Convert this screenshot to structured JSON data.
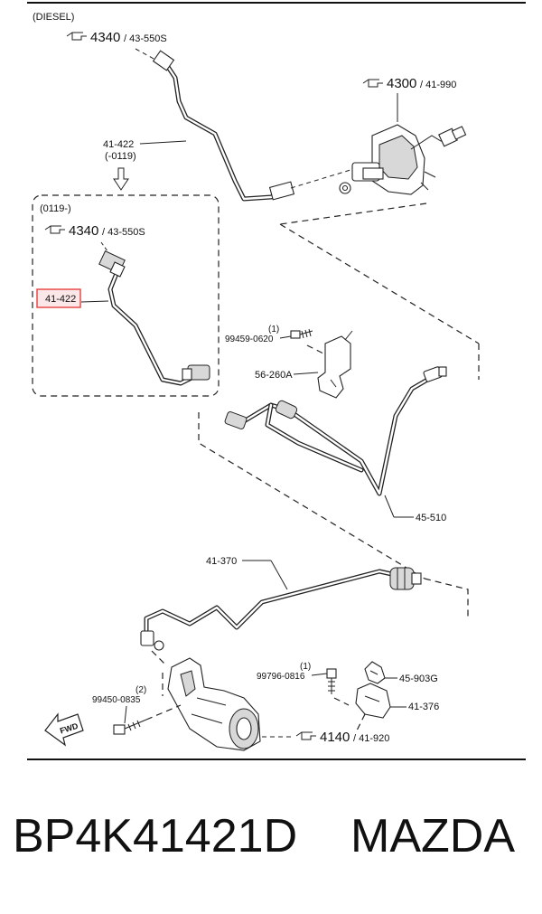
{
  "header": {
    "variant": "(DIESEL)"
  },
  "inset": {
    "range": "(0119-)"
  },
  "callouts": {
    "top_left_ref": {
      "num": "4340",
      "sub": "/ 43-550S"
    },
    "top_right_ref": {
      "num": "4300",
      "sub": "/ 41-990"
    },
    "inset_ref": {
      "num": "4340",
      "sub": "/ 43-550S"
    },
    "bottom_ref": {
      "num": "4140",
      "sub": "/ 41-920"
    }
  },
  "parts": {
    "pipe_upper": "41-422",
    "pipe_upper_range": "(-0119)",
    "pipe_inset": "41-422",
    "bolt_a_qty": "(1)",
    "bolt_a": "99459-0620",
    "bracket": "56-260A",
    "hose": "45-510",
    "pipe_lower": "41-370",
    "bolt_b_qty": "(1)",
    "bolt_b": "99796-0816",
    "clip": "45-903G",
    "bracket_b": "41-376",
    "bolt_c_qty": "(2)",
    "bolt_c": "99450-0835",
    "fwd": "FWD"
  },
  "colors": {
    "highlight": "#e84a4a",
    "highlight_fill": "#f6c9c9"
  },
  "footer": {
    "part_number": "BP4K41421D",
    "brand": "MAZDA"
  }
}
